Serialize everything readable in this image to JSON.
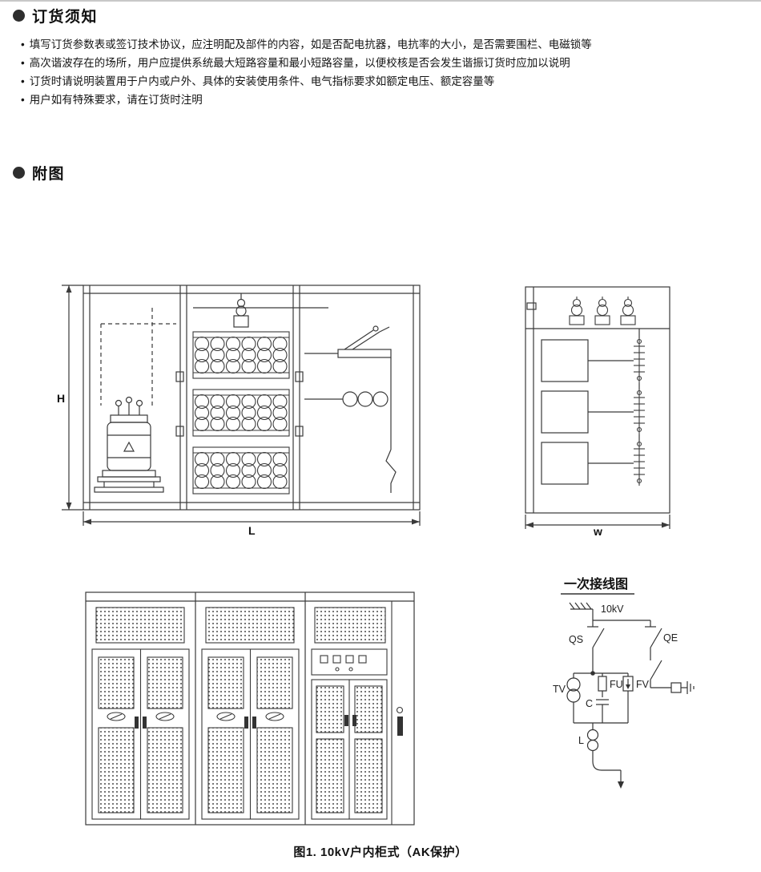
{
  "sections": {
    "ordering": {
      "title": "订货须知",
      "bullet_char": "•",
      "items": [
        "填写订货参数表或签订技术协议，应注明配及部件的内容，如是否配电抗器，电抗率的大小，是否需要围栏、电磁锁等",
        "高次谐波存在的场所，用户应提供系统最大短路容量和最小短路容量，以便校核是否会发生谐振订货时应加以说明",
        "订货时请说明装置用于户内或户外、具体的安装使用条件、电气指标要求如额定电压、额定容量等",
        "用户如有特殊要求，请在订货时注明"
      ]
    },
    "figures": {
      "title": "附图",
      "dim_h": "H",
      "dim_l": "L",
      "dim_w": "w",
      "wiring": {
        "title": "一次接线图",
        "voltage": "10kV",
        "qs": "QS",
        "qe": "QE",
        "tv": "TV",
        "fu": "FU",
        "fv": "FV",
        "c": "C",
        "l": "L"
      },
      "caption": "图1. 10kV户内柜式（AK保护）"
    }
  }
}
